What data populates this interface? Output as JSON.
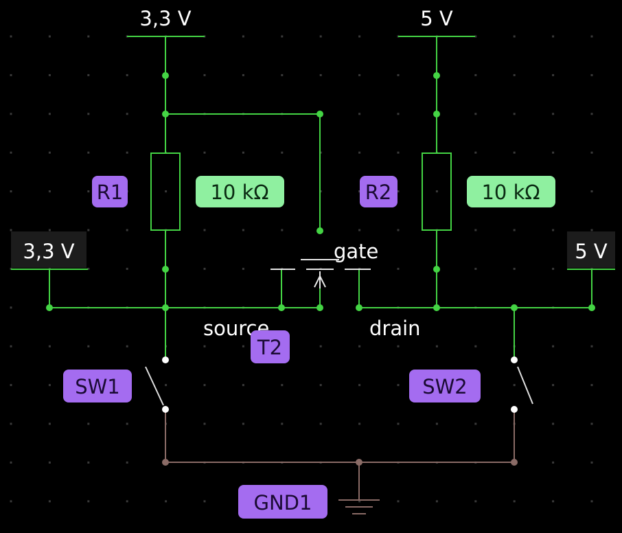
{
  "colors": {
    "background": "#000000",
    "grid_dot": "#3a3a3a",
    "wire_powered": "#44d444",
    "wire_ground": "#8a6b66",
    "node_white": "#ffffff",
    "label_purple": "#a46cf0",
    "label_green": "#8ff0a0",
    "supply_box": "#1c1c1c",
    "switch_lever": "#e0e0e0"
  },
  "supplies": {
    "top_left": "3,3 V",
    "top_right": "5 V",
    "mid_left": "3,3 V",
    "mid_right": "5 V"
  },
  "components": {
    "r1": {
      "name": "R1",
      "value": "10 kΩ"
    },
    "r2": {
      "name": "R2",
      "value": "10 kΩ"
    },
    "t2": {
      "name": "T2",
      "pins": {
        "gate": "gate",
        "source": "source",
        "drain": "drain"
      }
    },
    "sw1": {
      "name": "SW1"
    },
    "sw2": {
      "name": "SW2"
    },
    "gnd1": {
      "name": "GND1"
    }
  }
}
